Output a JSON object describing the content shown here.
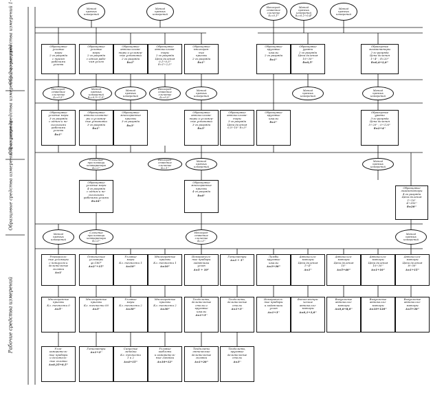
{
  "levels": {
    "level1": "Образцовые\nсредства измерений\n1-го разряда",
    "level2": "Образцовые\nсредства измерений\n2-го разряда",
    "level3": "Образцовые\nсредства измерений\n4-го разряда",
    "level4": "Рабочие средства измерений"
  },
  "nodes": [
    {
      "id": "m_top",
      "kind": "oval",
      "text": "Метод\nпрямых\nизмерений"
    },
    {
      "id": "m_top2",
      "kind": "oval",
      "text": "Метод\nпрямых\nизмерений"
    },
    {
      "id": "m_top3",
      "kind": "oval",
      "text": "Непосред-\nственное\nсличение\nδ₀=0,1°"
    },
    {
      "id": "m_top4",
      "kind": "oval",
      "text": "Метод\nпрямых\nизмерений\nδ₀=0,2÷0,4°"
    },
    {
      "id": "m_top5",
      "kind": "oval",
      "text": "Метод\nпрямых\nизмерений"
    },
    {
      "id": "r1_1",
      "kind": "rect",
      "text": "Образцовые\nугловые\nмеры\n2-го разряда\nс тремя\nрабочими\nуглами",
      "d": ""
    },
    {
      "id": "r1_2",
      "kind": "rect",
      "text": "Образцовые\nугловые\nмеры\n2-го разряда\nс одним рабо-\nчим углом",
      "d": ""
    },
    {
      "id": "r1_3",
      "kind": "rect",
      "text": "Образцовые\nавтоколлима-\nторы и угломер-\nные установки\n2-го разряда",
      "d": "δ=1°"
    },
    {
      "id": "r1_4",
      "kind": "rect",
      "text": "Образцовые\nавтоколлима-\nторы\n2-го разряда\nЦена деления\n0,1÷0,5''\nδ=1÷2,5''",
      "d": ""
    },
    {
      "id": "r1_5",
      "kind": "rect",
      "text": "Образцовые\nмногогран-\nные\nпризмы\n2-го разряда",
      "d": "δ=1''"
    },
    {
      "id": "r1_6",
      "kind": "rect",
      "text": "Образцовые\nкруговые\nшкалы\n2-го разряда",
      "d": "δ=1''"
    },
    {
      "id": "r1_7",
      "kind": "rect",
      "text": "Образцовые\nуровни\n2-го разряда\nЦена деления\n10÷30''",
      "d": "δ=0,5''"
    },
    {
      "id": "r1_8",
      "kind": "rect",
      "text": "Образцовые\nэкзаменаторы\n2-го разряда\nЦена деления\n1÷4'' ; δ=20''",
      "d": "δ=0,4÷2,0''"
    },
    {
      "id": "o2_1",
      "kind": "oval",
      "text": "Непосред-\nственное\nсличение\nδ₀=0,5''"
    },
    {
      "id": "o2_2",
      "kind": "oval",
      "text": "Метод\nпрямых\nизмерений\nδ₀=0,5÷1,0''"
    },
    {
      "id": "o2_3",
      "kind": "oval",
      "text": "Метод\nпрямых\nизмерений"
    },
    {
      "id": "o2_4",
      "kind": "oval",
      "text": "Непосред-\nственное\nсличение\nδ₀=0,5''"
    },
    {
      "id": "o2_5",
      "kind": "oval",
      "text": "Метод\nпрямых\nизмерений"
    },
    {
      "id": "o2_6",
      "kind": "oval",
      "text": "Метод\nпрямых\nизмерений"
    },
    {
      "id": "o2_7",
      "kind": "oval",
      "text": "Метод\nпрямых\nизмерений"
    },
    {
      "id": "r2_1",
      "kind": "rect",
      "text": "Образцовые\nугловые меры\n3-го разряда\nс одним и не-\nсколькими\nрабочими\nуглами",
      "d": "δ=1''"
    },
    {
      "id": "r2_2",
      "kind": "rect",
      "text": "Образцовые\nавтоколлимато-\nры и угломер-\nные установки\n3-го разряда",
      "d": "δ=1''"
    },
    {
      "id": "r2_3",
      "kind": "rect",
      "text": "Образцовые\nмногогранные\nпризмы\n3-го разряда",
      "d": "δ=3''"
    },
    {
      "id": "r2_4",
      "kind": "rect",
      "text": "Образцовые\nавтоколлима-\nторы и угломер-\nные установки\n3-го разряда",
      "d": "δ=3''"
    },
    {
      "id": "r2_5",
      "kind": "rect",
      "text": "Образцовые\nавтоколлима-\nторы\n3-го разряда\nЦена деления\n0,5÷10'' δ=3''",
      "d": ""
    },
    {
      "id": "r2_6",
      "kind": "rect",
      "text": "Образцовые\nкруговые\nшкалы",
      "d": "δ=1''"
    },
    {
      "id": "r2_7",
      "kind": "rect",
      "text": "Образцовые\nуровни\n3-го разряда\nЦена деления\n5÷20'' ; 0÷120''",
      "d": "δ=2÷4''"
    },
    {
      "id": "o3_1",
      "kind": "oval",
      "text": "Сличение\nпри помощи\nкомпаратора\nδ₀=2''"
    },
    {
      "id": "o3_2",
      "kind": "oval",
      "text": "Непосред-\nственное\nсличение\nδ₀=1''"
    },
    {
      "id": "o3_3",
      "kind": "oval",
      "text": "Метод\nпрямых\nизмерений"
    },
    {
      "id": "o3_4",
      "kind": "oval",
      "text": "Метод\nпрямых\nизмерений"
    },
    {
      "id": "r3_1",
      "kind": "rect",
      "text": "Образцовые\nугловые меры\n4-го разряда\nс одним и не-\nсколькими\nрабочими углами",
      "d": "δ=10''"
    },
    {
      "id": "r3_2",
      "kind": "rect",
      "text": "Образцовые\nмногогранные\nпризмы\n4-го разряда",
      "d": "δ=6''"
    },
    {
      "id": "r3_3",
      "kind": "rect",
      "text": "Образцовые\nэкзаменаторы\n4-го разряда\nЦена деления\n1÷10''\n4÷350''",
      "d": "δ=20''"
    },
    {
      "id": "o4_1",
      "kind": "oval",
      "text": "Метод\nпрямых\nизмерений"
    },
    {
      "id": "o4_2",
      "kind": "oval",
      "text": "Сличение\nпри помощи\nкомпаратора\nδ₀=3''"
    },
    {
      "id": "o4_3",
      "kind": "oval",
      "text": "Непосред-\nственное\nсличение\nδ₀=3''"
    },
    {
      "id": "o4_4",
      "kind": "oval",
      "text": "Метод\nпрямых\nизмерений"
    },
    {
      "id": "w1_1",
      "kind": "rect",
      "text": "Универсаль-\nные угломеры\nс нониусом и\nделительные\nголовки",
      "d": "Δ=1'"
    },
    {
      "id": "w1_2",
      "kind": "rect",
      "text": "Оптические\nугломеры\nφ=180°",
      "d": "Δ=2''÷15''"
    },
    {
      "id": "w1_3",
      "kind": "rect",
      "text": "Угловые\nмеры\nКл. точности 1",
      "d": "Δ=10''"
    },
    {
      "id": "w1_4",
      "kind": "rect",
      "text": "Многогранные\nпризмы\nКл. точности 1",
      "d": "Δ=10''"
    },
    {
      "id": "w1_5",
      "kind": "rect",
      "text": "Измеритель-\nные приборы\nзадатчики\nуглов",
      "d": "Δ=5 ÷ 10''"
    },
    {
      "id": "w1_6",
      "kind": "rect",
      "text": "Гониометры",
      "d": "Δ=3 ÷ 5''"
    },
    {
      "id": "w1_7",
      "kind": "rect",
      "text": "Лимбы\nкруговые\nшкалы",
      "d": "Δ=3÷30''"
    },
    {
      "id": "w1_8",
      "kind": "rect",
      "text": "Автоколли-\nматоры\nЦена деления\n1÷4''",
      "d": "Δ=1''"
    },
    {
      "id": "w1_9",
      "kind": "rect",
      "text": "Автоколли-\nматоры\nЦена деления\n10''",
      "d": "Δ=5÷40''"
    },
    {
      "id": "w1_10",
      "kind": "rect",
      "text": "Автоколли-\nматоры\nЦена деления\n10÷30''",
      "d": "Δ=1÷10''"
    },
    {
      "id": "w1_11",
      "kind": "rect",
      "text": "Автоколли-\nматоры\nЦена деления\n8÷50''",
      "d": "Δ=1÷15''"
    },
    {
      "id": "w2_1",
      "kind": "rect",
      "text": "Многогранные\nпризмы\nКл. точности 0",
      "d": "Δ=5''"
    },
    {
      "id": "w2_2",
      "kind": "rect",
      "text": "Многогранные\nпризмы\nКл. точности 00",
      "d": "Δ=3''"
    },
    {
      "id": "w2_3",
      "kind": "rect",
      "text": "Угловые\nмеры\nКл. точности 2",
      "d": "Δ=30''"
    },
    {
      "id": "w2_4",
      "kind": "rect",
      "text": "Многогранные\nпризмы\nКл. точности 2",
      "d": "Δ=30''"
    },
    {
      "id": "w2_5",
      "kind": "rect",
      "text": "Теодолиты,\nделительные\nстолы и\nкруговые\nшкалы",
      "d": "Δ=1÷3''"
    },
    {
      "id": "w2_6",
      "kind": "rect",
      "text": "Теодолиты,\nделительные\nстолы",
      "d": "Δ=1÷3''"
    },
    {
      "id": "w2_7",
      "kind": "rect",
      "text": "Измеритель-\nные приборы\nи задатчики\nуглов",
      "d": "Δ=1÷3''"
    },
    {
      "id": "w2_8",
      "kind": "rect",
      "text": "Фотоэлектри-\nческие\nавтоколли-\nматоры",
      "d": "Δ=0,1÷3,0''"
    },
    {
      "id": "w2_9",
      "kind": "rect",
      "text": "Визуальные\nавтоколли-\nматоры",
      "d": "Δ=0,6÷8,0''"
    },
    {
      "id": "w2_10",
      "kind": "rect",
      "text": "Визуальные\nавтоколли-\nматоры",
      "d": "Δ=10÷120''"
    },
    {
      "id": "w2_11",
      "kind": "rect",
      "text": "Визуальные\nавтоколли-\nматоры",
      "d": "Δ=5÷30''"
    },
    {
      "id": "w3_1",
      "kind": "rect",
      "text": "Угло-\nизмеритель-\nные приборы\nи делитель-\nные головки",
      "d": "Δ=0,25÷0,5''"
    },
    {
      "id": "w3_2",
      "kind": "rect",
      "text": "Гониометры",
      "d": "Δ=1÷2''"
    },
    {
      "id": "w3_3",
      "kind": "rect",
      "text": "Синусные\nлинейки\nКл. точности\n1 и 2",
      "d": "Δ=4÷15''"
    },
    {
      "id": "w3_4",
      "kind": "rect",
      "text": "Угловые\nшаблоны\nи измеритель-\nные линейки",
      "d": "Δ=10÷12''"
    },
    {
      "id": "w3_5",
      "kind": "rect",
      "text": "Теодолиты\nоптические\nделительные\nголовки",
      "d": "Δ=1÷20''"
    },
    {
      "id": "w3_6",
      "kind": "rect",
      "text": "Теодолиты,\nкруговые\nделительные\nстолы",
      "d": "Δ=3''"
    }
  ]
}
